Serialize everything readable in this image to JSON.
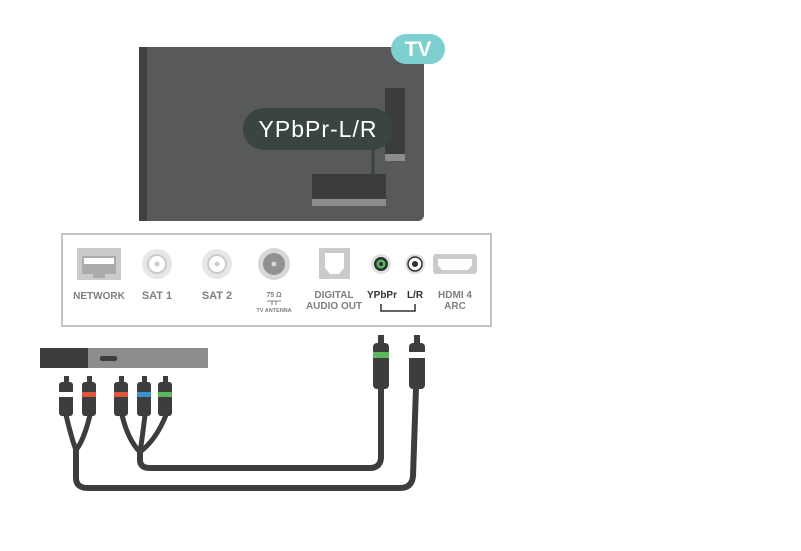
{
  "tv_badge": "TV",
  "callout": "YPbPr-L/R",
  "ports": {
    "network": "NETWORK",
    "sat1": "SAT 1",
    "sat2": "SAT 2",
    "antenna_ohm": "75 Ω",
    "antenna_label": "TV ANTENNA",
    "digital_audio_line1": "DIGITAL",
    "digital_audio_line2": "AUDIO OUT",
    "ypbpr": "YPbPr",
    "lr": "L/R",
    "hdmi_line1": "HDMI 4",
    "hdmi_line2": "ARC"
  },
  "colors": {
    "badge": "#7ecfcf",
    "tv_body": "#57595b",
    "callout_bg": "#3a4440",
    "cable": "#3b3d3f",
    "plug_green": "#5cb85c",
    "plug_blue": "#3f8fd0",
    "plug_red": "#e0533e",
    "plug_white": "#ffffff"
  }
}
